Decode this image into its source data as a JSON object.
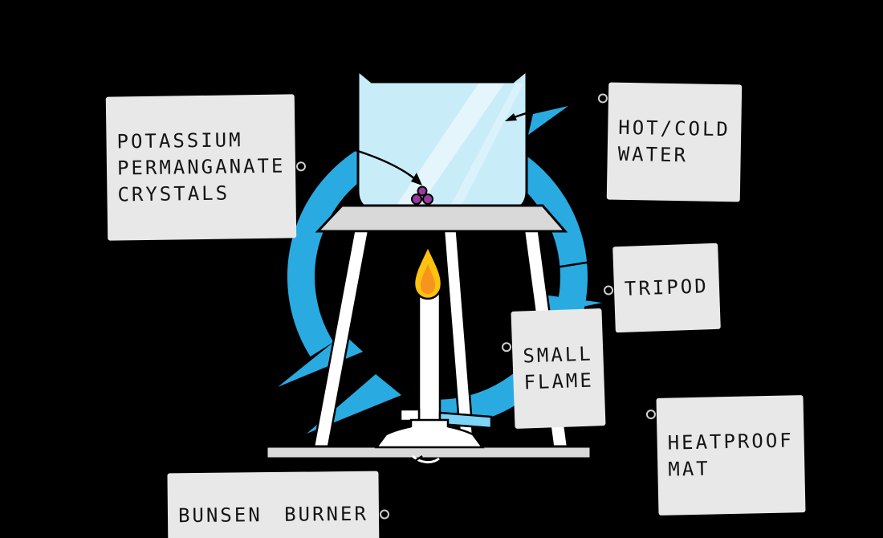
{
  "colors": {
    "bg": "#000000",
    "swoosh-blue": "#29ABE2",
    "beaker-blue": "#C9ECF9",
    "crystal-purple": "#993A9E",
    "flame-yellow": "#FFC20E",
    "flame-orange": "#F7941D",
    "metal-gray": "#D9D9D9",
    "inlet-blue": "#7ED3F7",
    "tag-bg": "#E8E8E8"
  },
  "diagram": {
    "description": "Dissolving potassium permanganate crystals in water heated by a bunsen burner on a tripod",
    "labels": {
      "potassium": "POTASSIUM\nPERMANGANATE\nCRYSTALS",
      "water": "HOT/COLD\nWATER",
      "tripod": "TRIPOD",
      "small_flame": "SMALL\nFLAME",
      "heatproof_mat": "HEATPROOF\nMAT",
      "bunsen_burner": "BUNSEN BURNER"
    }
  }
}
